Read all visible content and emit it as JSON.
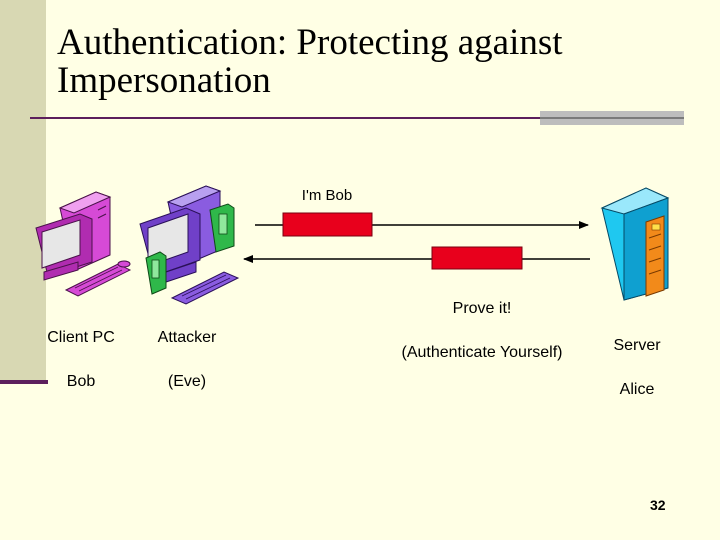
{
  "slide": {
    "title_line1": "Authentication: Protecting against",
    "title_line2": "Impersonation",
    "page_number": "32"
  },
  "colors": {
    "background": "#ffffe5",
    "accent_purple": "#5c1f5c",
    "message_red": "#e8001c",
    "server_cyan": "#1fc8f0",
    "client_magenta": "#d64ad6",
    "attacker_purple": "#8a5ce0"
  },
  "actors": {
    "client": {
      "line1": "Client PC",
      "line2": "Bob",
      "icon": "client-pc-icon"
    },
    "attacker": {
      "line1": "Attacker",
      "line2": "(Eve)",
      "icon": "attacker-pc-icon"
    },
    "server": {
      "line1": "Server",
      "line2": "Alice",
      "icon": "server-icon"
    }
  },
  "messages": {
    "claim": {
      "label": "I'm Bob",
      "direction": "right"
    },
    "challenge": {
      "line1": "Prove it!",
      "line2": "(Authenticate Yourself)",
      "direction": "left"
    }
  }
}
